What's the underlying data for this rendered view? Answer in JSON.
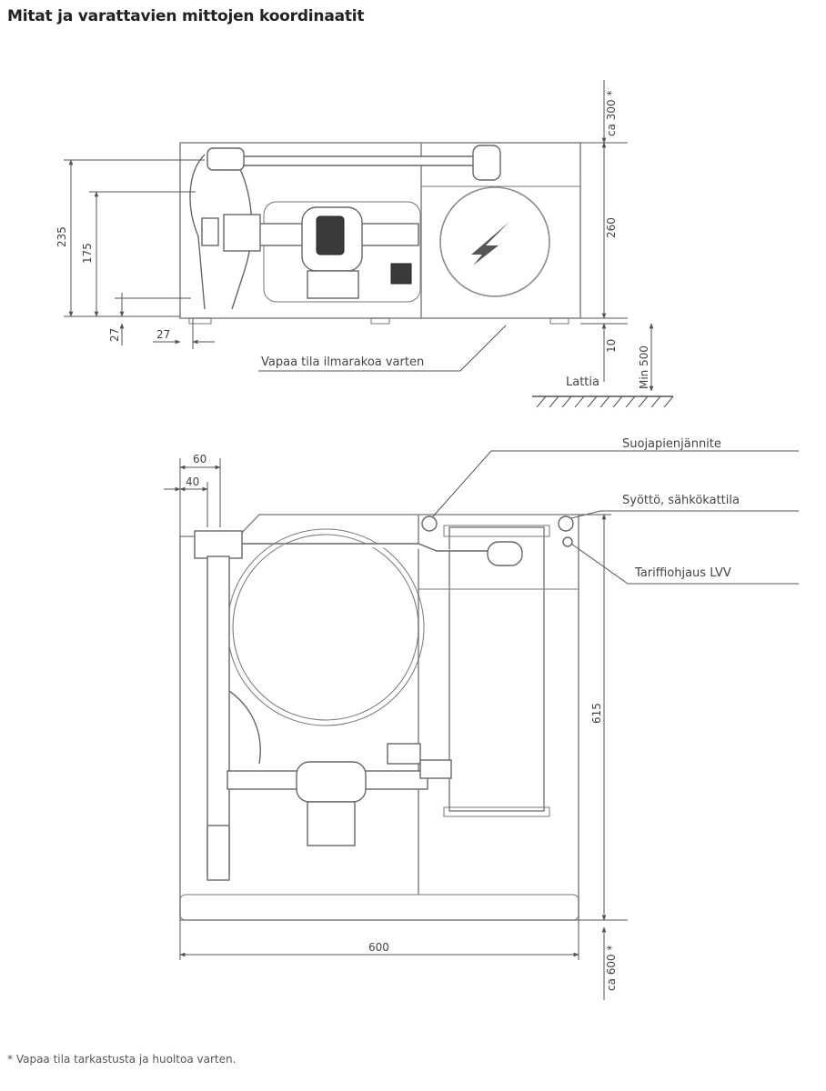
{
  "title": "Mitat ja varattavien mittojen koordinaatit",
  "top_view": {
    "dims": {
      "ca300": "ca 300 *",
      "d260": "260",
      "d235": "235",
      "d175": "175",
      "d27a": "27",
      "d27b": "27",
      "d10": "10",
      "min500": "Min 500"
    },
    "labels": {
      "air_space": "Vapaa tila ilmarakoa varten",
      "floor": "Lattia"
    }
  },
  "front_view": {
    "dims": {
      "d60": "60",
      "d40": "40",
      "d615": "615",
      "d600": "600",
      "ca600": "ca 600 *"
    },
    "labels": {
      "suoja": "Suojapienjännite",
      "syotto": "Syöttö, sähkökattila",
      "tariffi": "Tariffiohjaus LVV"
    }
  },
  "footnote": "* Vapaa tila tarkastusta ja huoltoa varten."
}
